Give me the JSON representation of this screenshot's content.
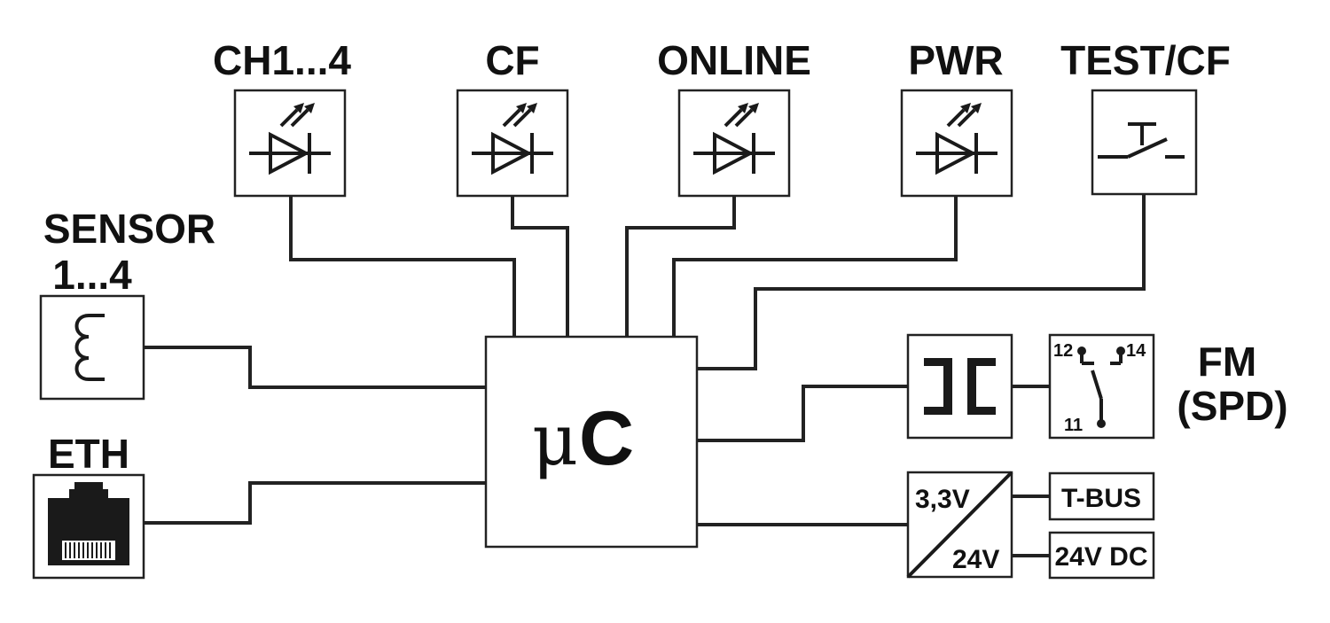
{
  "labels": {
    "ch": "CH1...4",
    "cf": "CF",
    "online": "ONLINE",
    "pwr": "PWR",
    "test": "TEST/CF",
    "sensor_line1": "SENSOR",
    "sensor_line2": "1...4",
    "eth": "ETH",
    "fm_line1": "FM",
    "fm_line2": "(SPD)"
  },
  "mcu": {
    "mu": "μ",
    "c": "C"
  },
  "relay": {
    "pin12": "12",
    "pin14": "14",
    "pin11": "11"
  },
  "converter": {
    "top": "3,3V",
    "bottom": "24V"
  },
  "outputs": {
    "tbus": "T-BUS",
    "dc": "24V DC"
  }
}
